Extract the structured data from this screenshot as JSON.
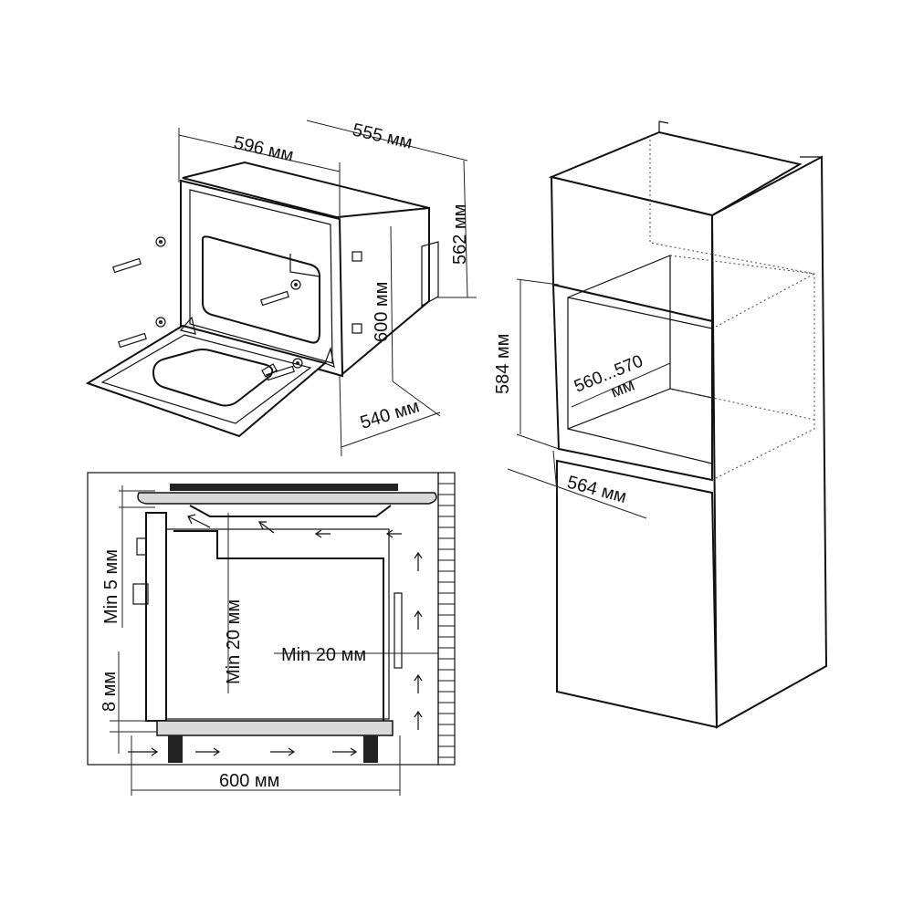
{
  "oven": {
    "width_label": "596 мм",
    "depth_label": "555 мм",
    "height_label": "562 мм",
    "front_height_label": "600 мм",
    "body_depth_label": "540 мм"
  },
  "cabinet": {
    "niche_height_label": "584 мм",
    "niche_depth_label": "560...570",
    "niche_depth_unit": "мм",
    "niche_width_label": "564 мм"
  },
  "section": {
    "gap_front_label": "Min 5 мм",
    "gap_top_label": "Min 20 мм",
    "gap_back_label": "Min 20 мм",
    "gap_bottom_label": "8 мм",
    "width_label": "600 мм"
  }
}
